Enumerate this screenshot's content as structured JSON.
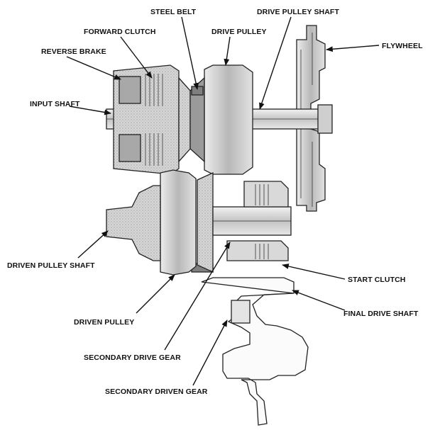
{
  "labels": {
    "steel_belt": "STEEL BELT",
    "drive_pulley_shaft": "DRIVE PULLEY SHAFT",
    "forward_clutch": "FORWARD CLUTCH",
    "drive_pulley": "DRIVE PULLEY",
    "flywheel": "FLYWHEEL",
    "reverse_brake": "REVERSE BRAKE",
    "input_shaft": "INPUT SHAFT",
    "driven_pulley_shaft": "DRIVEN PULLEY SHAFT",
    "start_clutch": "START CLUTCH",
    "final_drive_shaft": "FINAL DRIVE SHAFT",
    "driven_pulley": "DRIVEN PULLEY",
    "secondary_drive_gear": "SECONDARY DRIVE GEAR",
    "secondary_driven_gear": "SECONDARY DRIVEN GEAR"
  },
  "colors": {
    "ink": "#111111",
    "part_fill_light": "#e6e6e6",
    "part_fill_mid": "#bdbdbd",
    "part_fill_dark": "#8c8c8c",
    "background": "#ffffff"
  }
}
